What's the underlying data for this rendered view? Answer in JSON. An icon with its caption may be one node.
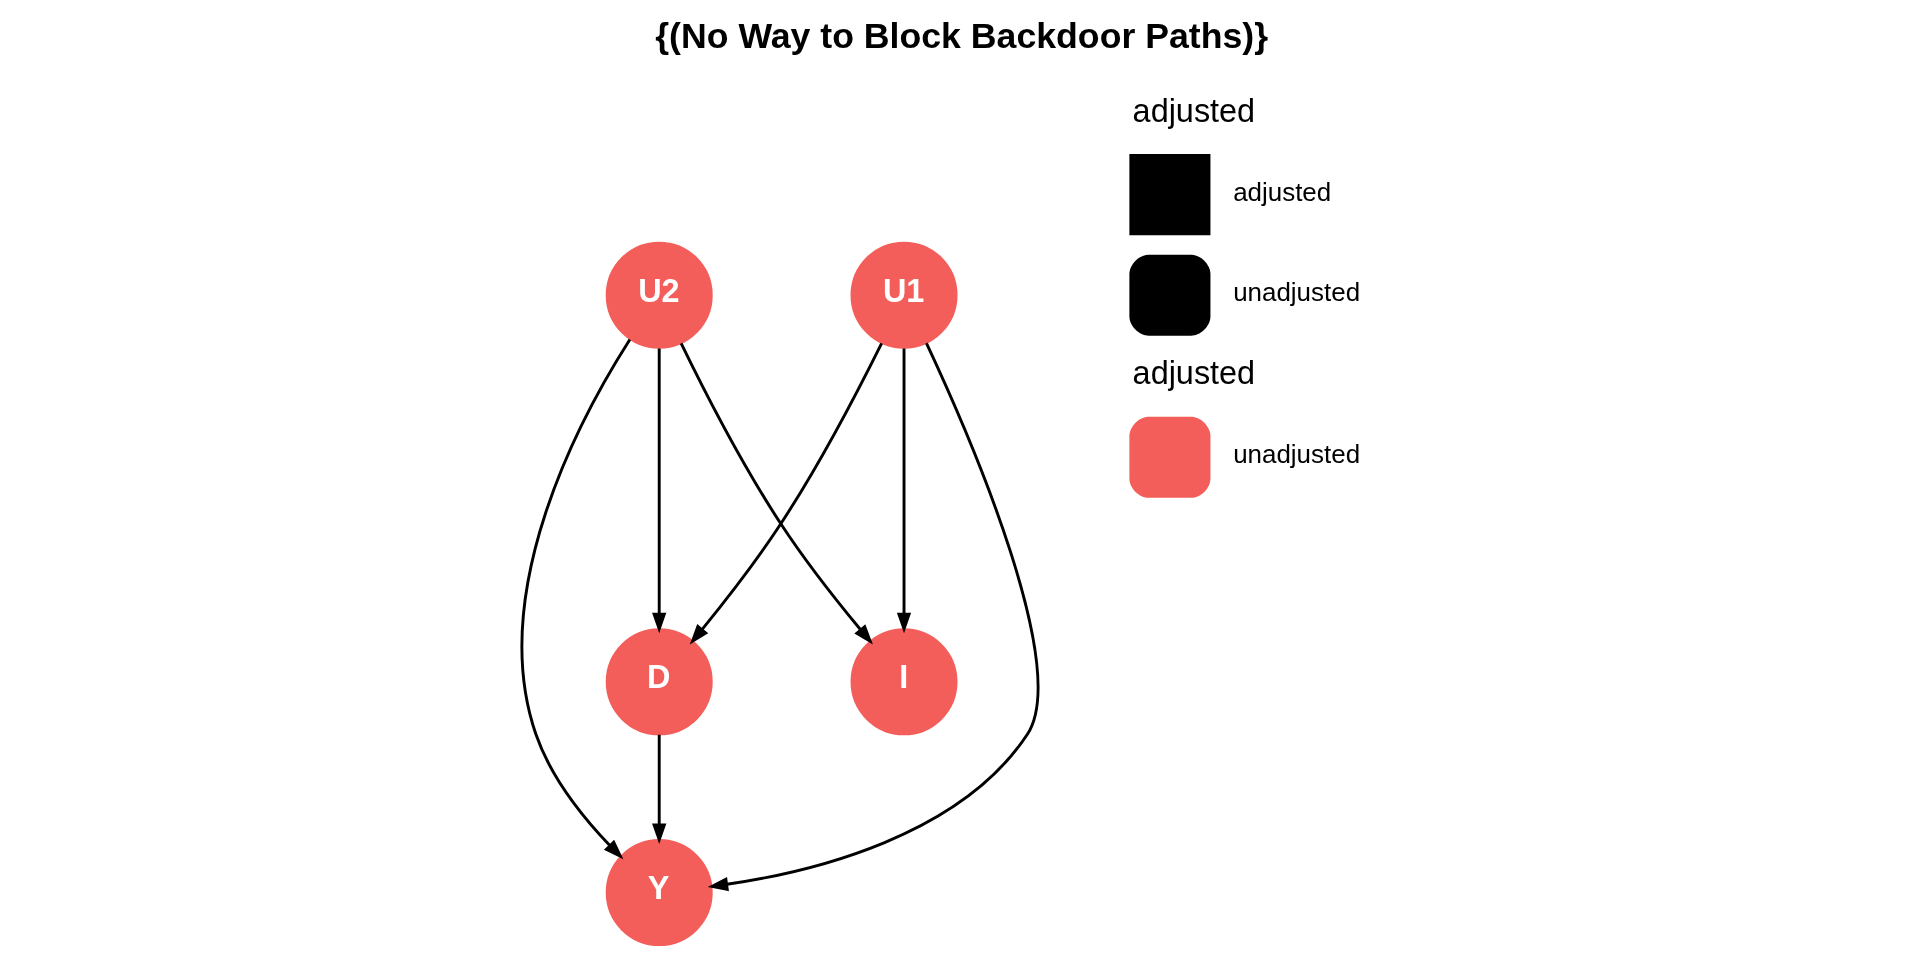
{
  "diagram": {
    "title": "{(No Way to Block Backdoor Paths)}",
    "nodes": [
      {
        "text": [
          "I"
        ]
      },
      {
        "text": [
          "U1"
        ]
      },
      {
        "text": [
          "U2"
        ]
      },
      {
        "text": [
          "Y"
        ]
      },
      {
        "text": [
          "D"
        ]
      }
    ],
    "edges": [
      {
        "from": 1,
        "to": 0,
        "arrow": "to"
      },
      {
        "from": 2,
        "to": 0,
        "arrow": "to"
      },
      {
        "from": 1,
        "to": 4,
        "arrow": "to"
      },
      {
        "from": 1,
        "to": 3,
        "arrow": "to"
      },
      {
        "from": 2,
        "to": 3,
        "arrow": "to"
      },
      {
        "from": 2,
        "to": 4,
        "arrow": "to"
      },
      {
        "from": 4,
        "to": 3,
        "arrow": "to"
      }
    ],
    "labels": [
      "adjusted",
      "adjusted"
    ],
    "legend": [
      {
        "text": "adjusted"
      },
      {
        "text": "unadjusted"
      },
      {
        "text": "unadjusted",
        "color": "#f35e5a"
      }
    ]
  }
}
